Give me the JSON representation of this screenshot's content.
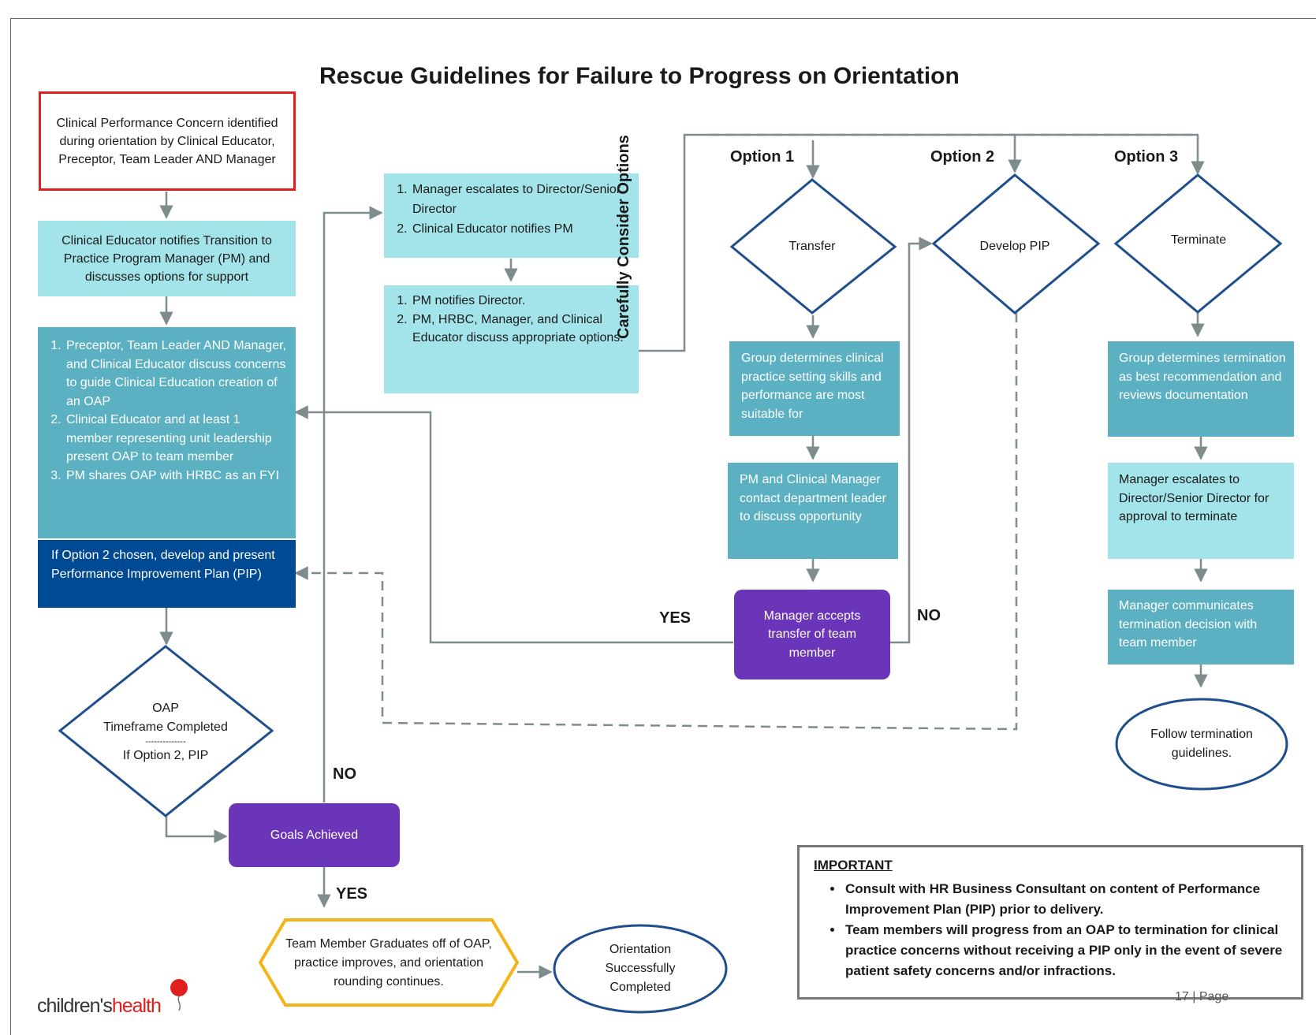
{
  "title": "Rescue Guidelines for Failure to Progress on Orientation",
  "boxes": {
    "concern": "Clinical Performance Concern identified during orientation by Clinical Educator, Preceptor, Team Leader AND Manager",
    "notify_pm": "Clinical Educator notifies Transition to Practice Program Manager (PM) and discusses options for support",
    "oap_steps": [
      "Preceptor, Team Leader AND Manager, and Clinical Educator discuss concerns  to guide Clinical Education creation of an OAP",
      "Clinical Educator and at least 1 member representing unit leadership present OAP to team member",
      "PM shares OAP with HRBC as an FYI"
    ],
    "pip_develop": "If Option 2 chosen, develop and present Performance Improvement Plan (PIP)",
    "oap_diamond": {
      "line1": "OAP",
      "line2": "Timeframe Completed",
      "sep": "--------------",
      "line3": "If Option 2, PIP"
    },
    "goals": "Goals Achieved",
    "graduates": "Team Member Graduates off of OAP, practice improves, and orientation rounding continues.",
    "orientation_complete": "Orientation Successfully Completed",
    "escalate": [
      "Manager escalates to Director/Senior Director",
      "Clinical Educator notifies PM"
    ],
    "pm_notifies": [
      "PM notifies Director.",
      "PM, HRBC, Manager, and Clinical Educator discuss appropriate options."
    ],
    "carefully": "Carefully Consider Options",
    "option1": "Option 1",
    "option2": "Option 2",
    "option3": "Option 3",
    "transfer": "Transfer",
    "develop_pip": "Develop PIP",
    "terminate": "Terminate",
    "group_setting": "Group determines clinical practice setting skills and performance are most suitable for",
    "pm_contact": "PM and Clinical Manager contact department leader to discuss opportunity",
    "manager_accepts": "Manager accepts transfer of team member",
    "group_termination": "Group determines termination as best recommendation and reviews documentation",
    "manager_escalates_term": "Manager escalates to Director/Senior Director for approval to terminate",
    "manager_communicates": "Manager communicates termination decision with team member",
    "follow_termination": "Follow termination guidelines."
  },
  "labels": {
    "yes_transfer": "YES",
    "no_transfer": "NO",
    "no_goals": "NO",
    "yes_goals": "YES"
  },
  "important": {
    "heading": "IMPORTANT",
    "items": [
      "Consult with HR Business Consultant on content of Performance Improvement Plan (PIP) prior to delivery.",
      "Team members will progress from an OAP to termination for clinical practice concerns without receiving a PIP only in the event of severe patient safety concerns and/or infractions."
    ]
  },
  "logo": {
    "part1": "children's",
    "part2": "health"
  },
  "page_number": "17 | Page",
  "colors": {
    "light_box": "#a3e4ea",
    "teal_box": "#5bb1c1",
    "navy_box": "#004a94",
    "purple_box": "#6a35b8",
    "concern_border": "#e0201f",
    "diamond_border": "#1f4e8c",
    "hexagon_border": "#f2b417",
    "connector": "#7f8c8d"
  }
}
